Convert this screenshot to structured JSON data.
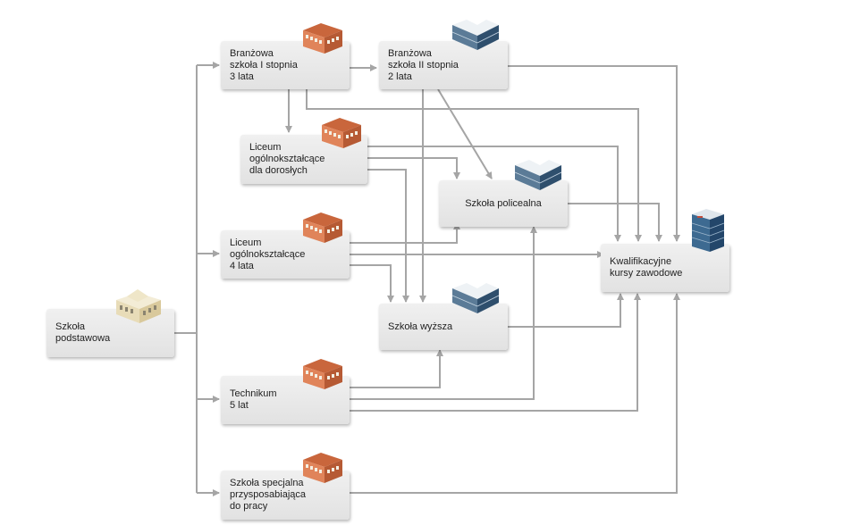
{
  "diagram": {
    "nodes": {
      "szkola_podstawowa": {
        "label": "Szkoła\npodstawowa",
        "icon": "classic-school-building-icon"
      },
      "branzowa_1": {
        "label": "Branżowa\nszkoła I stopnia\n3 lata",
        "icon": "brick-school-building-icon"
      },
      "branzowa_2": {
        "label": "Branżowa\nszkoła II stopnia\n2 lata",
        "icon": "glass-office-building-icon"
      },
      "liceum_dorosli": {
        "label": "Liceum\nogólnokształcące\ndla dorosłych",
        "icon": "brick-school-building-icon"
      },
      "liceum_4": {
        "label": "Liceum\nogólnokształcące\n4 lata",
        "icon": "brick-school-building-icon"
      },
      "technikum": {
        "label": "Technikum\n5 lat",
        "icon": "brick-school-building-icon"
      },
      "szkola_specjalna": {
        "label": "Szkoła specjalna\nprzysposabiająca\ndo pracy",
        "icon": "brick-school-building-icon"
      },
      "policealna": {
        "label": "Szkoła policealna",
        "icon": "glass-office-building-icon"
      },
      "wyzsza": {
        "label": "Szkoła wyższa",
        "icon": "glass-office-building-icon"
      },
      "kursy": {
        "label": "Kwalifikacyjne\nkursy zawodowe",
        "icon": "tower-building-icon"
      }
    },
    "colors": {
      "box": "#e6e6e6",
      "connector": "#a5a5a5",
      "text": "#222222"
    }
  }
}
